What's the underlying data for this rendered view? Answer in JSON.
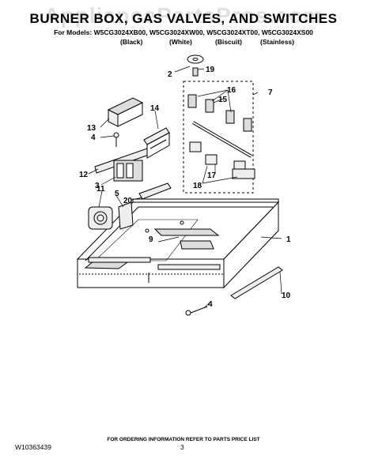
{
  "header": {
    "watermark": "AppliancePartsPros.com",
    "title": "BURNER BOX, GAS VALVES, AND SWITCHES",
    "models": "For Models: W5CG3024XB00, W5CG3024XW00, W5CG3024XT00, W5CG3024XS00",
    "colors": [
      "(Black)",
      "(White)",
      "(Biscuit)",
      "(Stainless)"
    ]
  },
  "callouts": {
    "c1": "1",
    "c2": "2",
    "c3": "3",
    "c4a": "4",
    "c4b": "4",
    "c5": "5",
    "c7": "7",
    "c9": "9",
    "c10": "10",
    "c11": "11",
    "c12": "12",
    "c13": "13",
    "c14": "14",
    "c15": "15",
    "c16": "16",
    "c17": "17",
    "c18": "18",
    "c19": "19",
    "c20": "20"
  },
  "footer": {
    "ordering_note": "FOR ORDERING INFORMATION REFER TO PARTS PRICE LIST",
    "doc_number": "W10363439",
    "page_number": "3"
  }
}
